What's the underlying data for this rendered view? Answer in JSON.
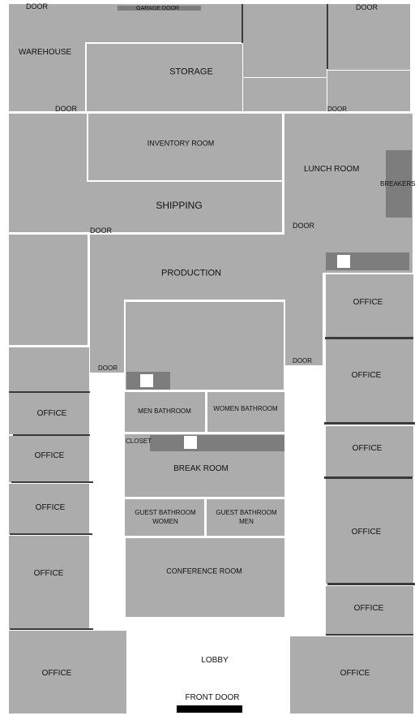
{
  "labels": {
    "door_top_left": "DOOR",
    "garage_door": "GARAGE DOOR",
    "door_top_right": "DOOR",
    "warehouse": "WAREHOUSE",
    "storage": "STORAGE",
    "door_warehouse": "DOOR",
    "door_storage_right": "DOOR",
    "inventory_room": "INVENTORY ROOM",
    "lunch_room": "LUNCH ROOM",
    "breakers": "BREAKERS",
    "shipping": "SHIPPING",
    "door_shipping": "DOOR",
    "door_lunch": "DOOR",
    "production": "PRODUCTION",
    "door_production_left": "DOOR",
    "door_production_right": "DOOR",
    "men_bathroom": "MEN  BATHROOM",
    "women_bathroom": "WOMEN BATHROOM",
    "closet": "CLOSET",
    "break_room": "BREAK ROOM",
    "guest_bathroom_women_1": "GUEST BATHROOM",
    "guest_bathroom_women_2": "WOMEN",
    "guest_bathroom_men_1": "GUEST BATHROOM",
    "guest_bathroom_men_2": "MEN",
    "conference_room": "CONFERENCE ROOM",
    "lobby": "LOBBY",
    "front_door": "FRONT DOOR",
    "office": "OFFICE"
  }
}
